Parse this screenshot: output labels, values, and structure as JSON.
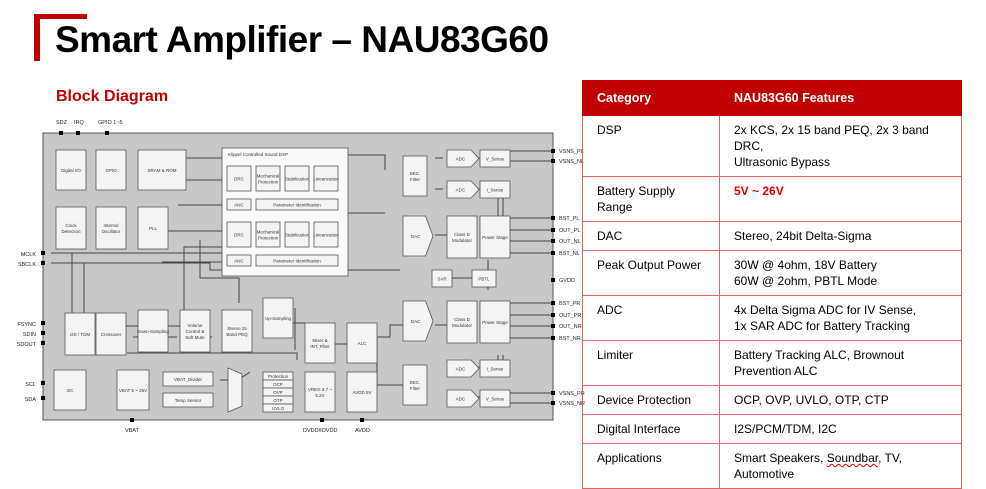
{
  "header": {
    "title": "Smart Amplifier – NAU83G60",
    "subtitle": "Block Diagram"
  },
  "diagram": {
    "top_pins": [
      "SDZ",
      "IRQ",
      "GPIO 1~5"
    ],
    "left_pins": [
      "MCLK",
      "SBCLK",
      "FSYNC",
      "SDIN",
      "SDOUT",
      "SCL",
      "SDA"
    ],
    "bottom_pins": [
      "VBAT",
      "DVDD/IOVDD",
      "AVDD"
    ],
    "right_pins": [
      "VSNS_PL",
      "VSNS_NL",
      "BST_PL",
      "OUT_PL",
      "OUT_NL",
      "BST_NL",
      "GVDD",
      "BST_PR",
      "OUT_PR",
      "OUT_NR",
      "BST_NR",
      "VSNS_PR",
      "VSNS_NR"
    ],
    "blocks": {
      "digital_io": "Digital I/O",
      "gpio": "GPIO",
      "sram": "SRAM & ROM",
      "clock_detection": "Clock Detection",
      "internal_oscillator": "Internal Oscillator",
      "pll": "PLL",
      "i2s_tdm": "I2S / TDM",
      "crossover": "Crossover",
      "down_sampling": "Down-Sampling",
      "volume": "Volume Control & Soft Mute",
      "peq": "Stereo 15 Band PEQ",
      "up_sampling": "Up-Sampling",
      "mixer": "Mixer & INT. Filter",
      "alc": "ALC",
      "i2c": "I2C",
      "vbat": "VBAT 5 ~ 26V",
      "vbat_divider": "VBAT_Divider",
      "temp_sensor": "Temp Sensor",
      "vreg": "VREG 3.7 ~ 5.2V",
      "avdd": "AVDD 5V",
      "dsp_title": "Klippel Controlled Sound DSP",
      "drc": "DRC",
      "mech_protection": "Mechanical Protection",
      "stabilization": "Stabilization",
      "linearization": "Linearization",
      "anc": "ANC",
      "param_id": "Parameter Identification",
      "dec_filter": "DEC. Filter",
      "adc": "ADC",
      "v_sense": "V_Sense",
      "i_sense": "I_Sense",
      "dac": "DAC",
      "class_d": "Class D Modulator",
      "power_stage": "Power Stage",
      "sar": "SAR",
      "pbtl": "PBTL",
      "protection": [
        "Protection",
        "OCP",
        "OVP",
        "OTP",
        "UVLO"
      ]
    }
  },
  "table": {
    "headers": [
      "Category",
      "NAU83G60 Features"
    ],
    "rows": [
      {
        "category": "DSP",
        "features": [
          "2x KCS, 2x 15 band PEQ, 2x 3 band DRC,",
          "Ultrasonic Bypass"
        ]
      },
      {
        "category": "Battery Supply Range",
        "features": [
          "5V ~ 26V"
        ],
        "highlight": true
      },
      {
        "category": "DAC",
        "features": [
          "Stereo, 24bit Delta-Sigma"
        ]
      },
      {
        "category": "Peak Output Power",
        "features": [
          "30W @ 4ohm, 18V Battery",
          "60W @ 2ohm, PBTL Mode"
        ]
      },
      {
        "category": "ADC",
        "features": [
          "4x Delta Sigma ADC for IV Sense,",
          "1x SAR ADC for Battery Tracking"
        ]
      },
      {
        "category": "Limiter",
        "features": [
          "Battery Tracking ALC, Brownout",
          "Prevention ALC"
        ]
      },
      {
        "category": "Device Protection",
        "features": [
          "OCP, OVP, UVLO, OTP, CTP"
        ]
      },
      {
        "category": "Digital Interface",
        "features": [
          "I2S/PCM/TDM, I2C"
        ]
      },
      {
        "category": "Applications",
        "features": [
          "Smart Speakers, Soundbar, TV,",
          "Automotive"
        ]
      }
    ]
  },
  "colors": {
    "accent": "#c00000",
    "highlight": "#e00000",
    "table_border": "#e06666"
  }
}
